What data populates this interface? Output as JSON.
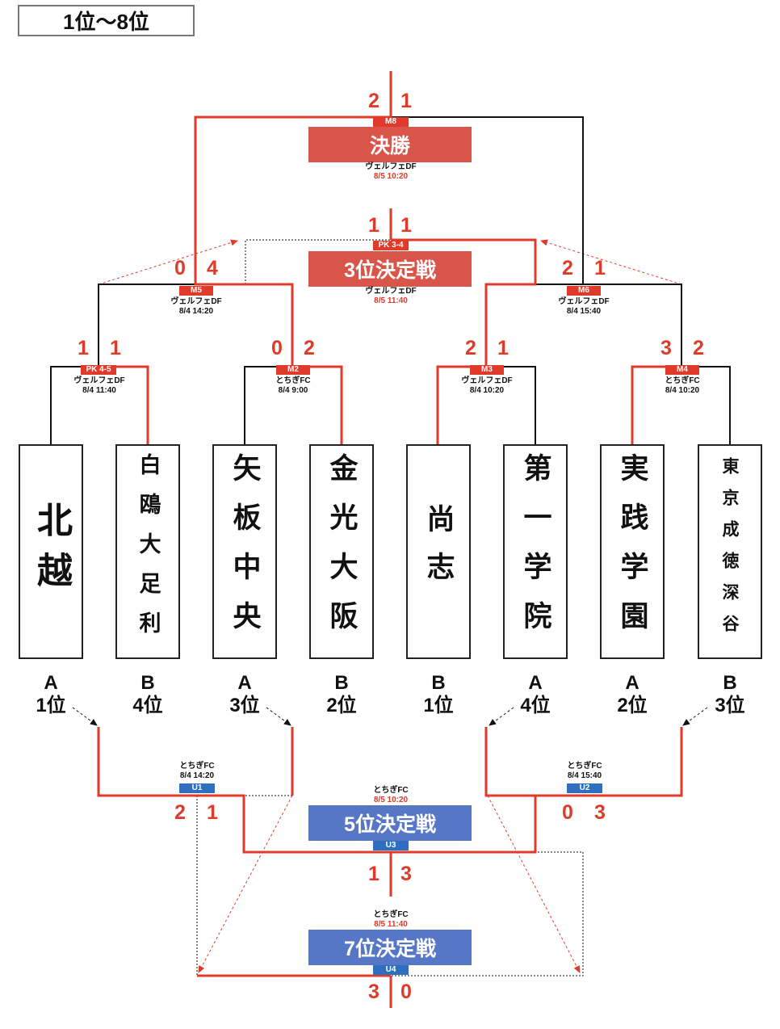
{
  "header": {
    "title": "1位〜8位"
  },
  "teams": [
    {
      "name": "北越",
      "seed_group": "A",
      "seed_rank": "1位"
    },
    {
      "name": "白鴎大足利",
      "seed_group": "B",
      "seed_rank": "4位"
    },
    {
      "name": "矢板中央",
      "seed_group": "A",
      "seed_rank": "3位"
    },
    {
      "name": "金光大阪",
      "seed_group": "B",
      "seed_rank": "2位"
    },
    {
      "name": "尚志",
      "seed_group": "B",
      "seed_rank": "1位"
    },
    {
      "name": "第一学院",
      "seed_group": "A",
      "seed_rank": "4位"
    },
    {
      "name": "実践学園",
      "seed_group": "A",
      "seed_rank": "2位"
    },
    {
      "name": "東京成徳深谷",
      "seed_group": "B",
      "seed_rank": "3位"
    }
  ],
  "matches": {
    "m1": {
      "tag": "PK 4-5",
      "venue": "ヴェルフェDF",
      "datetime": "8/4 11:40",
      "score_left": "1",
      "score_right": "1"
    },
    "m2": {
      "tag": "M2",
      "venue": "とちぎFC",
      "datetime": "8/4 9:00",
      "score_left": "0",
      "score_right": "2"
    },
    "m3": {
      "tag": "M3",
      "venue": "ヴェルフェDF",
      "datetime": "8/4 10:20",
      "score_left": "2",
      "score_right": "1"
    },
    "m4": {
      "tag": "M4",
      "venue": "とちぎFC",
      "datetime": "8/4 10:20",
      "score_left": "3",
      "score_right": "2"
    },
    "m5": {
      "tag": "M5",
      "venue": "ヴェルフェDF",
      "datetime": "8/4 14:20",
      "score_left": "0",
      "score_right": "4"
    },
    "m6": {
      "tag": "M6",
      "venue": "ヴェルフェDF",
      "datetime": "8/4 15:40",
      "score_left": "2",
      "score_right": "1"
    },
    "m7": {
      "tag": "PK 3-4",
      "title": "3位決定戦",
      "venue": "ヴェルフェDF",
      "datetime": "8/5 11:40",
      "score_left": "1",
      "score_right": "1"
    },
    "m8": {
      "tag": "M8",
      "title": "決勝",
      "venue": "ヴェルフェDF",
      "datetime": "8/5 10:20",
      "score_left": "2",
      "score_right": "1"
    },
    "u1": {
      "tag": "U1",
      "venue": "とちぎFC",
      "datetime": "8/4 14:20",
      "score_left": "2",
      "score_right": "1"
    },
    "u2": {
      "tag": "U2",
      "venue": "とちぎFC",
      "datetime": "8/4 15:40",
      "score_left": "0",
      "score_right": "3"
    },
    "u3": {
      "tag": "U3",
      "title": "5位決定戦",
      "venue": "とちぎFC",
      "datetime": "8/5 10:20",
      "score_left": "1",
      "score_right": "3"
    },
    "u4": {
      "tag": "U4",
      "title": "7位決定戦",
      "venue": "とちぎFC",
      "datetime": "8/5 11:40",
      "score_left": "3",
      "score_right": "0"
    }
  },
  "colors": {
    "winner": "#e03a2a",
    "upper_title": "#d9554a",
    "lower_title": "#5677c5",
    "lower_tag": "#2f6fbf",
    "line": "#111111"
  }
}
